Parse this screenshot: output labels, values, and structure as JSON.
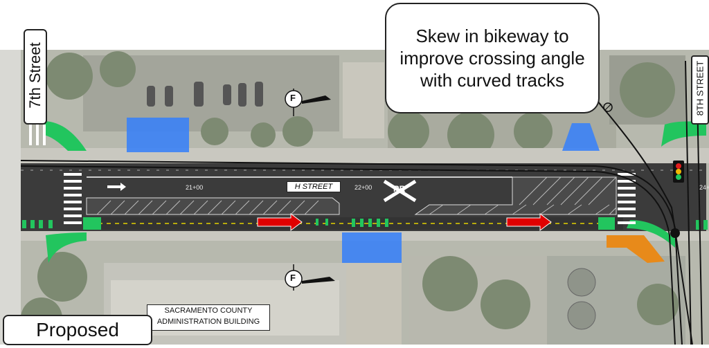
{
  "callout": {
    "text": "Skew in bikeway to improve crossing angle with curved tracks"
  },
  "labels": {
    "seventh_street": "7th Street",
    "eighth_street": "8TH STREET",
    "h_street": "H STREET",
    "building_line1": "SACRAMENTO COUNTY",
    "building_line2": "ADMINISTRATION BUILDING",
    "proposed": "Proposed"
  },
  "stations": [
    "21+00",
    "22+00",
    "24+"
  ],
  "markers": {
    "f_symbol": "F",
    "rr": "RR"
  },
  "colors": {
    "bikeway": "#22c55e",
    "bus_stop": "#3b82f6",
    "arrow": "#e00000",
    "signal_box": "#e88a1a",
    "road": "#3b3b3b"
  }
}
